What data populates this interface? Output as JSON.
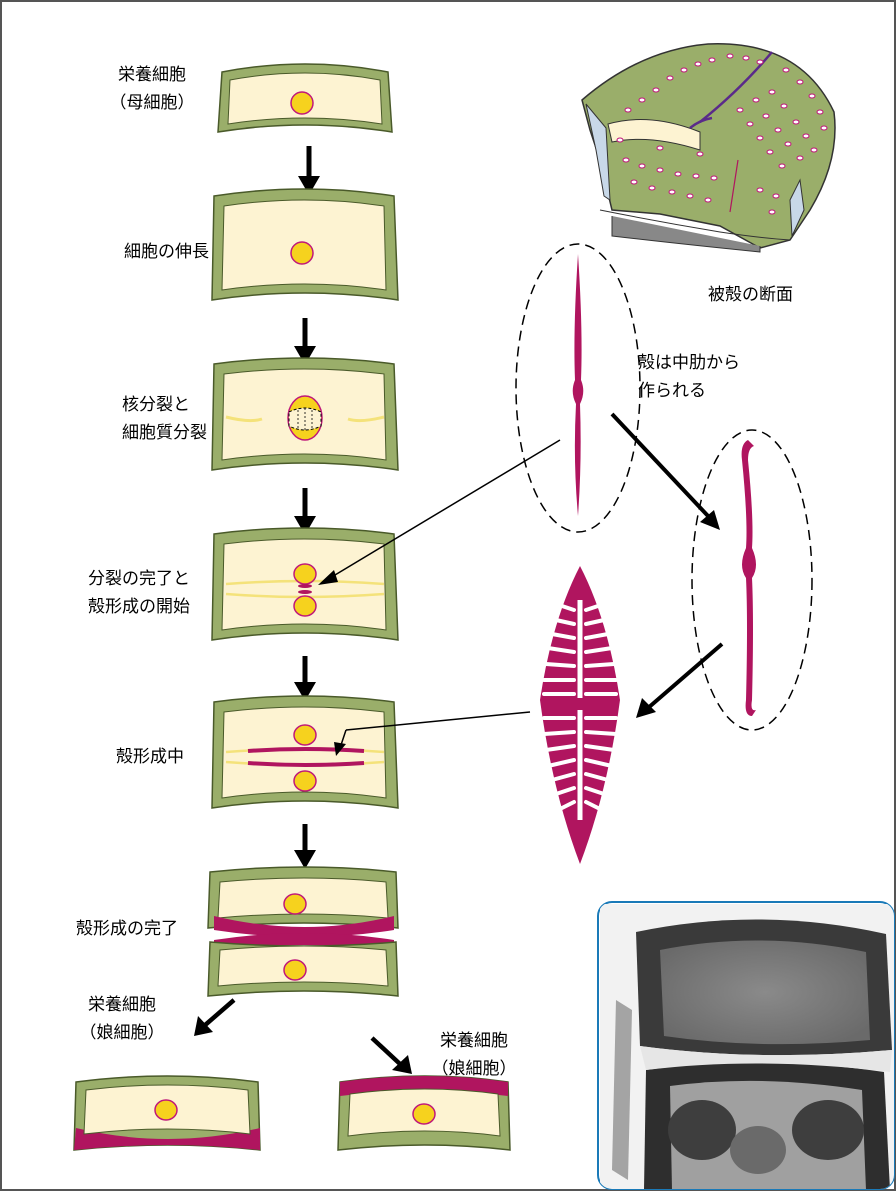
{
  "labels": {
    "stage1_line1": "栄養細胞",
    "stage1_line2": "（母細胞）",
    "stage2": "細胞の伸長",
    "stage3_line1": "核分裂と",
    "stage3_line2": "細胞質分裂",
    "stage4_line1": "分裂の完了と",
    "stage4_line2": "殻形成の開始",
    "stage5": "殻形成中",
    "stage6": "殻形成の完了",
    "daughter_left_line1": "栄養細胞",
    "daughter_left_line2": "（娘細胞）",
    "daughter_right_line1": "栄養細胞",
    "daughter_right_line2": "（娘細胞）",
    "note_line1": "殻は中肋から",
    "note_line2": "作られる",
    "section_caption": "被殻の断面"
  },
  "colors": {
    "wall_green": "#9aae6a",
    "cytoplasm": "#fdf3d2",
    "nucleus": "#f6d21e",
    "nucleus_edge": "#c0187a",
    "silica_magenta": "#b0155f",
    "division_yellow": "#f4e27a",
    "frame_blue": "#1a7ab8",
    "frame_dark": "#555555"
  },
  "icons": [
    "down-arrow-icon",
    "diagonal-arrow-icon"
  ]
}
